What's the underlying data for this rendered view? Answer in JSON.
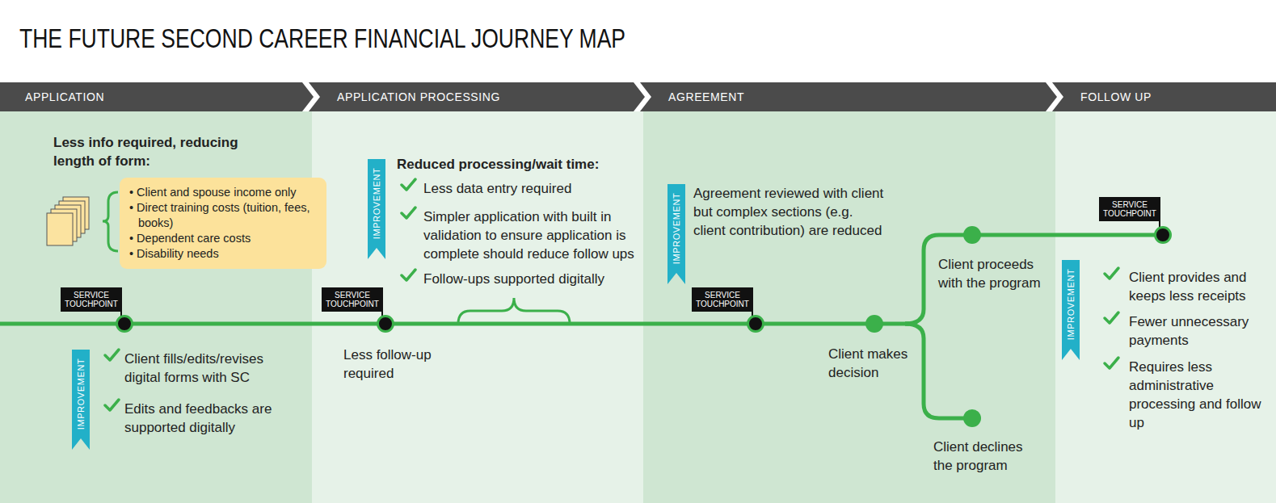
{
  "diagram": {
    "title": "THE FUTURE SECOND CAREER FINANCIAL JOURNEY MAP",
    "nodes": [
      {
        "text": [
          "APPLICATION"
        ]
      },
      {
        "text": [
          "APPLICATION PROCESSING"
        ]
      },
      {
        "text": [
          "AGREEMENT"
        ]
      },
      {
        "text": [
          "FOLLOW UP"
        ]
      },
      {
        "text": [
          "• Client and spouse income only",
          "• Direct training costs (tuition, fees, books)",
          "• Dependent care costs",
          "• Disability needs"
        ]
      },
      {
        "text": [
          "SERVICE TOUCHPOINT"
        ]
      },
      {
        "text": [
          "IMPROVEMENT"
        ]
      },
      {
        "text": [
          "IMPROVEMENT"
        ]
      },
      {
        "text": [
          "SERVICE TOUCHPOINT"
        ]
      },
      {
        "text": [
          "IMPROVEMENT"
        ]
      },
      {
        "text": [
          "SERVICE TOUCHPOINT"
        ]
      },
      {
        "text": [
          "SERVICE TOUCHPOINT"
        ]
      },
      {
        "text": [
          "IMPROVEMENT"
        ]
      }
    ],
    "labels": [
      "Less info required, reducing length of form:",
      "Client fills/edits/revises digital forms with SC",
      "Edits and feedbacks are supported digitally",
      "Reduced processing/wait time:",
      "Less data entry required",
      "Simpler application with built in validation to ensure application is complete should reduce follow ups",
      "Follow-ups supported digitally",
      "Less follow-up required",
      "Agreement reviewed with client but complex sections (e.g. client contribution) are reduced",
      "Client makes decision",
      "Client proceeds with the program",
      "Client declines the program",
      "Client provides and keeps less receipts",
      "Fewer unnecessary payments",
      "Requires less administrative processing and follow up"
    ]
  }
}
